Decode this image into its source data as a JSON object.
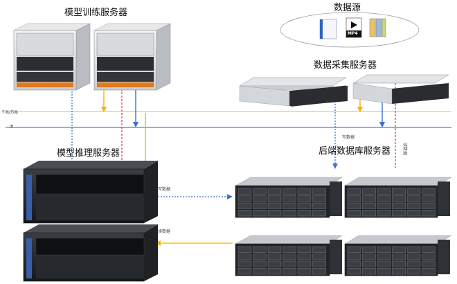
{
  "labels": {
    "training_servers": "模型训练服务器",
    "data_source": "数据源",
    "data_collection_servers": "数据采集服务器",
    "inference_servers": "模型推理服务器",
    "backend_db_servers": "后端数据库服务器",
    "net_gigabit": "千兆/万兆",
    "net_ib": "IB",
    "write_data_top": "写数据",
    "read_data_top": "读数据",
    "write_data_bottom": "写数据",
    "read_data_bottom": "读数据",
    "mp4": "MP4"
  },
  "colors": {
    "yellow": "#f5b400",
    "blue": "#3d6fcf",
    "red": "#e53935",
    "line_gigabit": "#f8d36a",
    "line_ib": "#4a7fd4"
  }
}
